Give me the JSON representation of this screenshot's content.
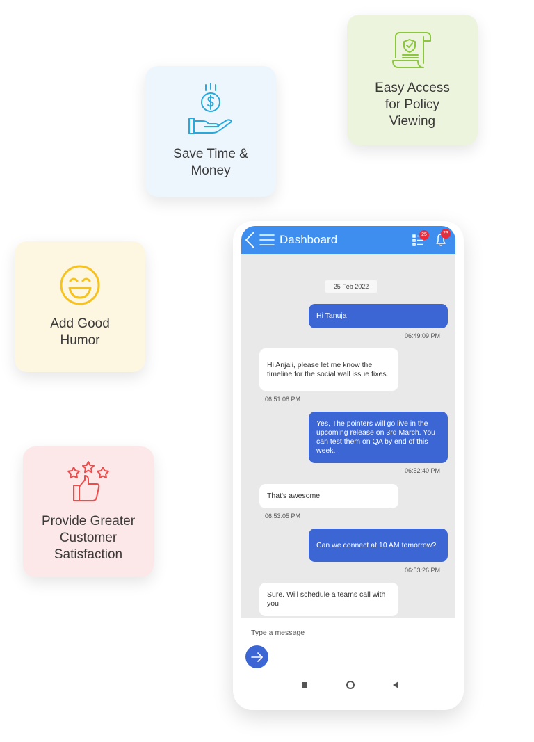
{
  "cards": {
    "save": {
      "label": "Save Time &\nMoney",
      "icon": "money-hand-icon",
      "color": "#29a8dc",
      "bg": "#eef6fd"
    },
    "policy": {
      "label": "Easy Access\nfor Policy\nViewing",
      "icon": "policy-document-icon",
      "color": "#8cc63e",
      "bg": "#edf4de"
    },
    "humor": {
      "label": "Add Good\nHumor",
      "icon": "laughing-face-icon",
      "color": "#f5c220",
      "bg": "#fdf6e1"
    },
    "satisfaction": {
      "label": "Provide Greater\nCustomer\nSatisfaction",
      "icon": "thumbs-up-stars-icon",
      "color": "#ee4b4b",
      "bg": "#fde8e9"
    }
  },
  "app": {
    "title": "Dashboard",
    "list_badge": "25",
    "notif_badge": "23",
    "accent": "#3e8ef0"
  },
  "chat": {
    "date": "25 Feb 2022",
    "messages": [
      {
        "dir": "out",
        "text": "Hi Tanuja",
        "time": "06:49:09 PM"
      },
      {
        "dir": "in",
        "text": "Hi Anjali, please let me know the timeline for the social wall issue fixes.",
        "time": "06:51:08 PM"
      },
      {
        "dir": "out",
        "text": "Yes, The pointers will go live in the upcoming release on 3rd March. You can test them on QA by end of this week.",
        "time": "06:52:40 PM"
      },
      {
        "dir": "in",
        "text": "That's awesome",
        "time": "06:53:05 PM"
      },
      {
        "dir": "out",
        "text": "Can we connect at 10 AM tomorrow?",
        "time": "06:53:26 PM"
      },
      {
        "dir": "in",
        "text": "Sure. Will schedule a teams call with you",
        "time": ""
      }
    ]
  },
  "composer": {
    "placeholder": "Type a message"
  }
}
